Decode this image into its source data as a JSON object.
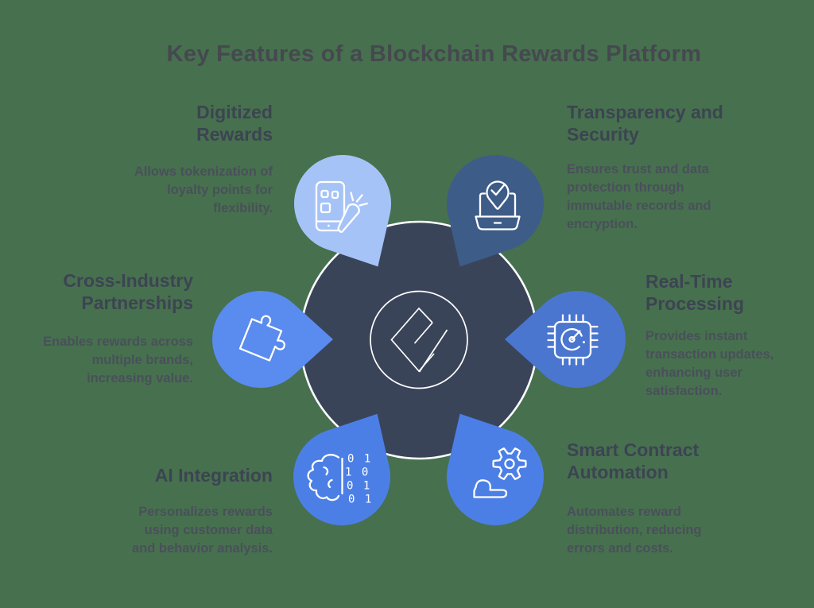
{
  "background": {
    "color": "#47704F",
    "css": "background:#47704F"
  },
  "title": {
    "text": "Key Features of a Blockchain Rewards Platform"
  },
  "colors": {
    "icon_stroke": "#FFFFFF"
  },
  "center": {
    "fill": "#3A4459",
    "ring_color": "#FFFFFF",
    "logo_name": "e-logo"
  },
  "features": [
    {
      "id": "digitized-rewards",
      "petal_color": "#A6C3F7",
      "icon": "phone-qr-carrot-icon",
      "heading_lines": [
        "Digitized",
        "Rewards"
      ],
      "body_lines": [
        "Allows tokenization of",
        "loyalty points for",
        "flexibility."
      ]
    },
    {
      "id": "transparency-and-security",
      "petal_color": "#3E5C88",
      "icon": "laptop-pin-check-icon",
      "heading_lines": [
        "Transparency and",
        "Security"
      ],
      "body_lines": [
        "Ensures trust and data",
        "protection through",
        "immutable records and",
        "encryption."
      ]
    },
    {
      "id": "cross-industry-partnerships",
      "petal_color": "#5A8BEF",
      "icon": "puzzle-piece-icon",
      "heading_lines": [
        "Cross-Industry",
        "Partnerships"
      ],
      "body_lines": [
        "Enables rewards across",
        "multiple brands,",
        "increasing value."
      ]
    },
    {
      "id": "real-time-processing",
      "petal_color": "#4A76D0",
      "icon": "chip-gauge-icon",
      "heading_lines": [
        "Real-Time",
        "Processing"
      ],
      "body_lines": [
        "Provides instant",
        "transaction updates,",
        "enhancing user",
        "satisfaction."
      ]
    },
    {
      "id": "ai-integration",
      "petal_color": "#4C7FE6",
      "icon": "brain-binary-icon",
      "heading_lines": [
        "AI Integration"
      ],
      "body_lines": [
        "Personalizes rewards",
        "using customer data",
        "and behavior analysis."
      ],
      "binary_rows": [
        "0 1",
        "1 0",
        "0 1",
        "0 1"
      ]
    },
    {
      "id": "smart-contract-automation",
      "petal_color": "#4C7FE6",
      "icon": "gear-hand-icon",
      "heading_lines": [
        "Smart Contract",
        "Automation"
      ],
      "body_lines": [
        "Automates reward",
        "distribution, reducing",
        "errors and costs."
      ]
    }
  ]
}
